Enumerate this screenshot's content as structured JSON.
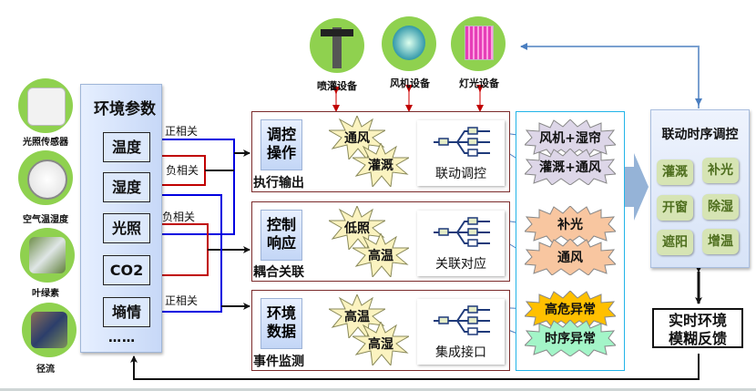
{
  "sensors": [
    {
      "label": "光照传感器",
      "icon": "light-sensor-icon"
    },
    {
      "label": "空气温湿度",
      "icon": "hygrometer-icon"
    },
    {
      "label": "叶绿素",
      "icon": "chlorophyll-meter-icon"
    },
    {
      "label": "径流",
      "icon": "runoff-sensor-icon"
    }
  ],
  "env_panel": {
    "title": "环境参数",
    "params": [
      "温度",
      "湿度",
      "光照",
      "CO2",
      "墒情"
    ],
    "more": "……"
  },
  "correlations": {
    "temp_pos": "正相关",
    "temp_hum_neg": "负相关",
    "light_co2_neg": "负相关",
    "soil_pos": "正相关"
  },
  "devices": [
    {
      "label": "喷灌设备",
      "icon": "sprinkler-icon"
    },
    {
      "label": "风机设备",
      "icon": "fan-icon"
    },
    {
      "label": "灯光设备",
      "icon": "grow-light-icon"
    }
  ],
  "processes": [
    {
      "button": [
        "调控",
        "操作"
      ],
      "label": "执行输出",
      "bursts": [
        "通风",
        "灌溉"
      ],
      "tree_label": "联动调控"
    },
    {
      "button": [
        "控制",
        "响应"
      ],
      "label": "耦合关联",
      "bursts": [
        "低照",
        "高温"
      ],
      "tree_label": "关联对应"
    },
    {
      "button": [
        "环境",
        "数据"
      ],
      "label": "事件监测",
      "bursts": [
        "高温",
        "高湿"
      ],
      "tree_label": "集成接口"
    }
  ],
  "results": [
    {
      "text": "风机+湿帘",
      "color": "#ddd6e8"
    },
    {
      "text": "灌溉+通风",
      "color": "#ddd6e8"
    },
    {
      "text": "补光",
      "color": "#f8c6a0"
    },
    {
      "text": "通风",
      "color": "#f8c6a0"
    },
    {
      "text": "高危异常",
      "color": "#ffc000"
    },
    {
      "text": "时序异常",
      "color": "#a3f5c8"
    }
  ],
  "schedule_panel": {
    "title": "联动时序调控",
    "actions": [
      "灌溉",
      "补光",
      "开窗",
      "除湿",
      "遮阳",
      "增温"
    ]
  },
  "feedback": {
    "lines": [
      "实时环境",
      "模糊反馈"
    ]
  },
  "colors": {
    "positive_line": "#0000e0",
    "negative_line": "#c00000",
    "device_arrow": "#c00000",
    "flow_arrow": "#4a7ec0",
    "sensor_bg": "#8fd14f",
    "burst_fill": "#fbf3c0"
  }
}
